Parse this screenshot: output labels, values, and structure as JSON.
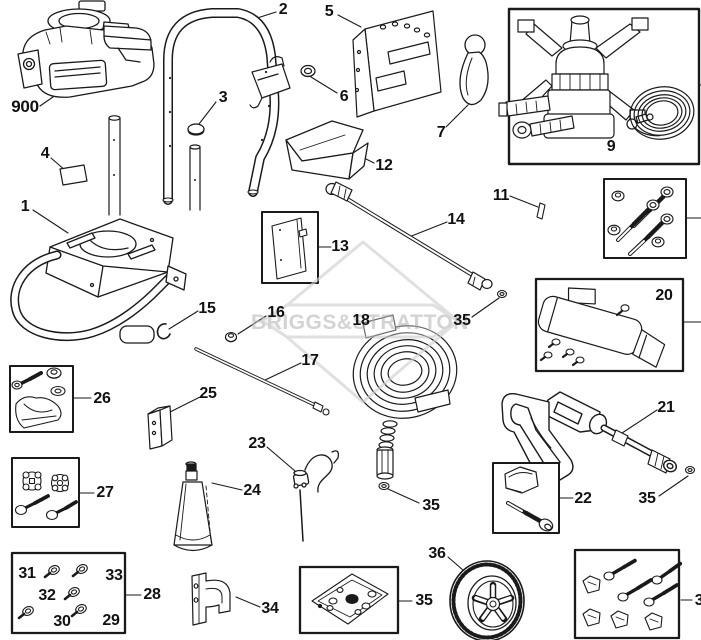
{
  "watermark": "BRIGGS&STRATTON",
  "callouts": {
    "engine": "900",
    "frame": "1",
    "handle": "2",
    "handle_cap": "3",
    "decal": "4",
    "panel_bracket": "5",
    "nut": "6",
    "strap": "7",
    "pump_kit": "9",
    "pin": "11",
    "cover": "12",
    "panel_kit": "13",
    "lance": "14",
    "clip": "15",
    "flange_nut": "16",
    "rod": "17",
    "hose": "18",
    "shield_screw": "20",
    "spray_gun": "21",
    "knob_bolt_kit": "22",
    "pull_pin": "23",
    "funnel": "24",
    "bumper": "25",
    "foot_kit": "26",
    "knob_kit": "27",
    "screw_kit": "28",
    "screw_29": "29",
    "screw_30": "30",
    "screw_31": "31",
    "screw_32": "32",
    "screw_33": "33",
    "gun_holder": "34",
    "o_ring_lance": "35",
    "o_ring_hose": "35",
    "o_ring_gun": "35",
    "nozzle_kit": "35",
    "wheel": "36",
    "cutoff_right": "3"
  }
}
